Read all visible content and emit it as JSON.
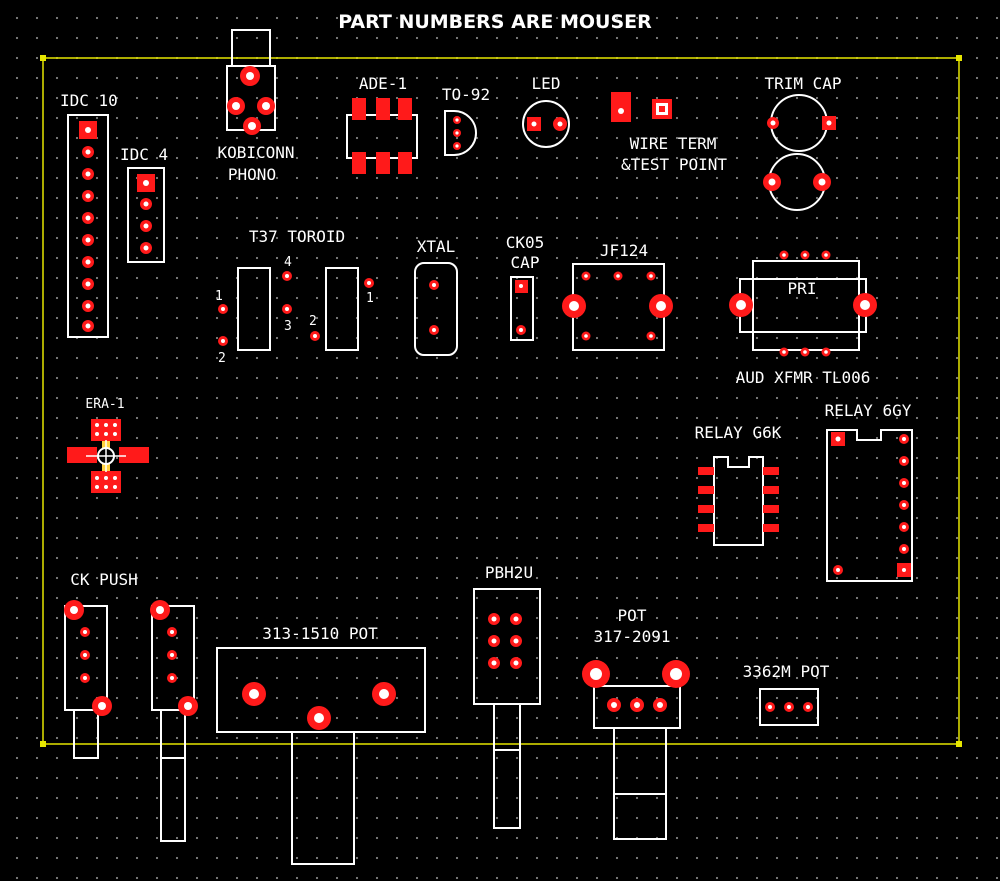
{
  "title": "PART NUMBERS ARE MOUSER",
  "labels": {
    "idc10": "IDC 10",
    "idc4": "IDC 4",
    "kobiconn": "KOBICONN",
    "phono": "PHONO",
    "ade1": "ADE-1",
    "to92": "TO-92",
    "led": "LED",
    "wire_term": "WIRE TERM",
    "test_point": "&TEST POINT",
    "trim_cap": "TRIM CAP",
    "t37": "T37 TOROID",
    "xtal": "XTAL",
    "ck05": "CK05",
    "cap": "CAP",
    "jf124": "JF124",
    "pri": "PRI",
    "aud_xfmr": "AUD XFMR TL006",
    "relay_6gy": "RELAY 6GY",
    "relay_g6k": "RELAY G6K",
    "era1": "ERA-1",
    "ck_push": "CK PUSH",
    "pbh2u": "PBH2U",
    "pot_313": "313-1510 POT",
    "pot": "POT",
    "pot_317": "317-2091",
    "pot_3362m": "3362M POT"
  },
  "toroid_pins": {
    "p1": "1",
    "p2": "2",
    "p3": "3",
    "p4": "4",
    "q1": "1",
    "q2": "2"
  },
  "colors": {
    "background": "#000000",
    "pad": "#ff1a1a",
    "silkscreen": "#ffffff",
    "board_outline": "#e6e600",
    "grid": "#7a7a7a"
  }
}
